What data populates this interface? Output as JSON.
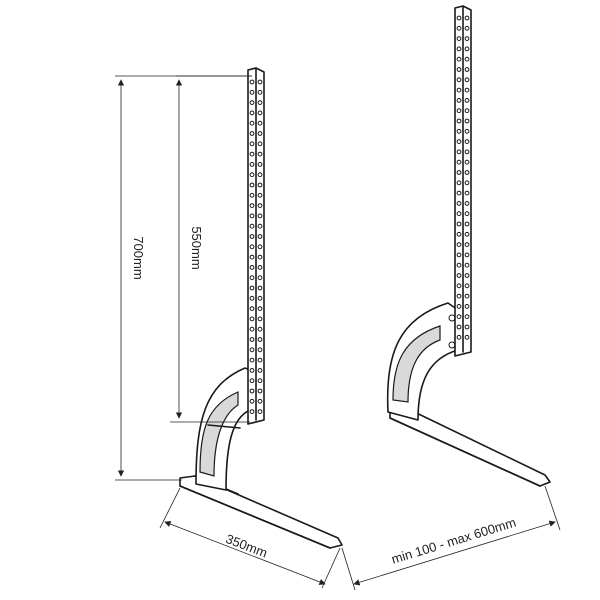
{
  "dimensions": {
    "height_total": "700mm",
    "height_upright": "550mm",
    "foot_depth": "350mm",
    "spacing_range": "min 100 - max 600mm"
  }
}
